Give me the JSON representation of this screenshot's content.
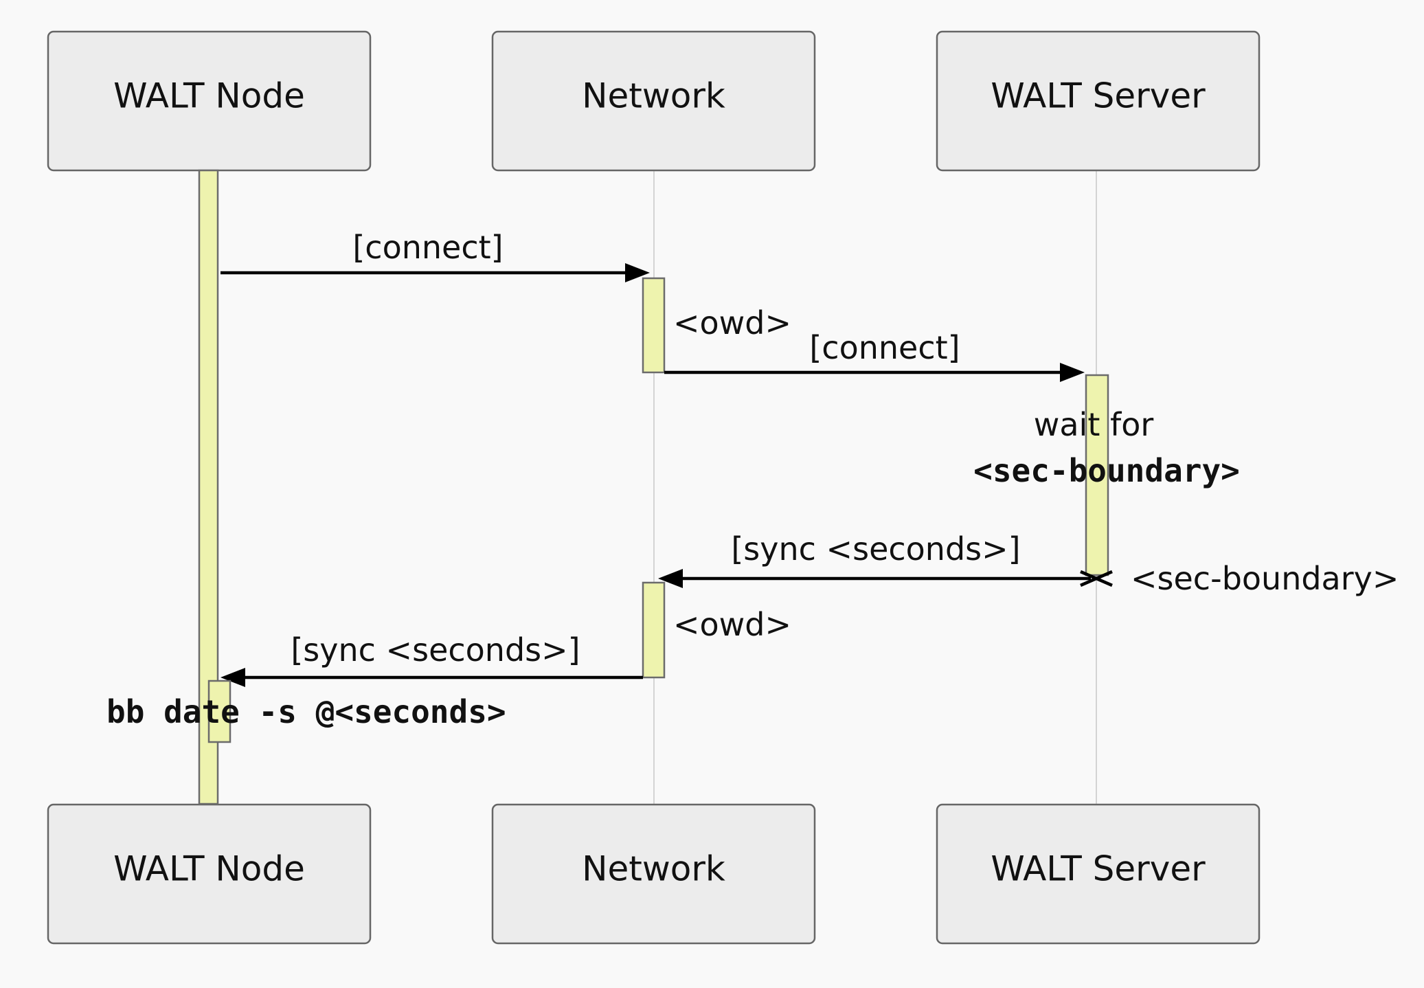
{
  "participants": {
    "node": "WALT Node",
    "network": "Network",
    "server": "WALT Server"
  },
  "messages": {
    "connect_1": "[connect]",
    "owd_1": "<owd>",
    "connect_2": "[connect]",
    "wait_for": "wait for",
    "sec_boundary_bold": "<sec-boundary>",
    "sync_1": "[sync <seconds>]",
    "sec_boundary_label": "<sec-boundary>",
    "owd_2": "<owd>",
    "sync_2": "[sync <seconds>]",
    "bb_date": "bb date -s @<seconds>"
  },
  "colors": {
    "background": "#f9f9f9",
    "actor_fill": "#ececec",
    "activation_fill": "#eef3ae",
    "line": "#000000"
  }
}
